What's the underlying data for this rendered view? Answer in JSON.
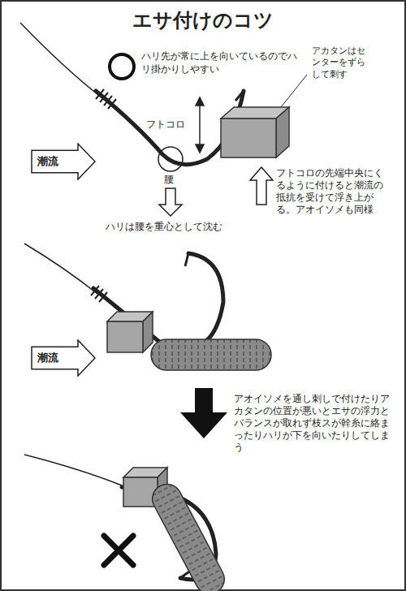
{
  "diagram": {
    "title": "エサ付けのコツ",
    "nodes": [
      {
        "text": [
          "潮流"
        ]
      },
      {
        "text": [
          "潮流"
        ]
      }
    ],
    "labels": [
      "ハリ先が常に上を向いているのでハリ掛かりしやすい",
      "アカタンはセンターをずらして刺す",
      "フトコロ",
      "フトコロの先端中央にくるように付けると潮流の抵抗を受けて浮き上がる。アオイソメも同様",
      "腰",
      "ハリは腰を重心として沈む",
      "アオイソメを通し刺しで付けたりアカタンの位置が悪いとエサの浮力とバランスが取れず枝スが幹糸に絡まったりハリが下を向いたりしてしまう"
    ]
  }
}
